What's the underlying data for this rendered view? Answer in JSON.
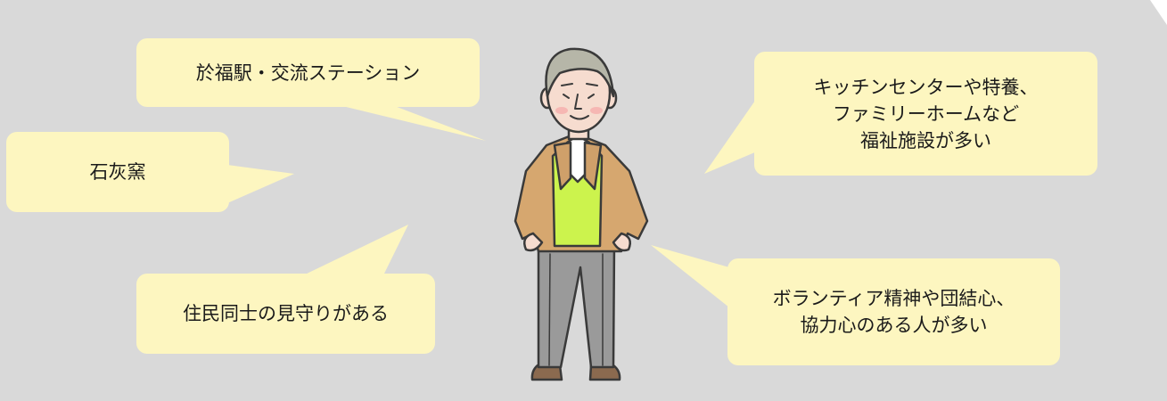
{
  "colors": {
    "panel": "#d9d9d9",
    "bubble": "#fdf6c0",
    "jacket": "#d6a76f",
    "vest": "#ccf34d",
    "pants": "#9a9a9a",
    "hair": "#b6b6a8"
  },
  "figure": {
    "icon": "elderly-man-illustration"
  },
  "bubbles": {
    "station": {
      "lines": [
        "於福駅・交流ステーション"
      ]
    },
    "kiln": {
      "lines": [
        "石灰窯"
      ]
    },
    "watch": {
      "lines": [
        "住民同士の見守りがある"
      ]
    },
    "welfare": {
      "lines": [
        "キッチンセンターや特養、",
        "ファミリーホームなど",
        "福祉施設が多い"
      ]
    },
    "volunteer": {
      "lines": [
        "ボランティア精神や団結心、",
        "協力心のある人が多い"
      ]
    }
  }
}
